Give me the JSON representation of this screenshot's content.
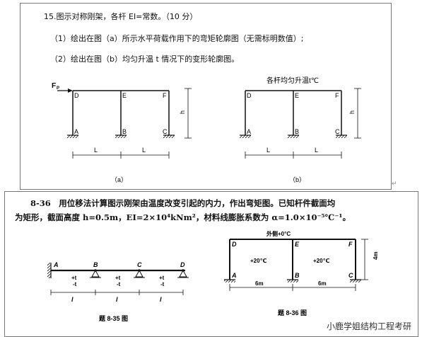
{
  "problem1": {
    "title": "15.图示对称刚架，各杆 EI=常数。（10 分）",
    "item1": "（1）绘出在图（a）所示水平荷载作用下的弯矩轮廓图（无需标明数值）;",
    "item2": "（2）绘出在图（b）均匀升温 t 情况下的变形轮廓图。",
    "fig_a": {
      "load": "F",
      "load_sub": "P",
      "nodes": [
        "D",
        "E",
        "F",
        "A",
        "B",
        "C"
      ],
      "dim_h": "h",
      "dim_l": [
        "L",
        "L"
      ],
      "caption": "（a）"
    },
    "fig_b": {
      "note": "各杆均匀升温t℃",
      "nodes": [
        "D",
        "E",
        "F",
        "A",
        "B",
        "C"
      ],
      "dim_h": "h",
      "dim_l": [
        "L",
        "L"
      ],
      "caption": "（b）"
    }
  },
  "problem2": {
    "line1": "8-36　用位移法计算图示刚架由温度改变引起的内力，作出弯矩图。已知杆件截面均",
    "line2": "为矩形，截面高度 h=0.5m，EI=2×10⁴kNm²，材料线膨胀系数为 α=1.0×10⁻⁵℃⁻¹。",
    "fig35": {
      "nodes": [
        "A",
        "B",
        "C",
        "D"
      ],
      "temps": [
        "+t",
        "-t",
        "+t",
        "-t",
        "+t",
        "-t"
      ],
      "dims": [
        "l",
        "l",
        "l"
      ],
      "caption": "题 8-35 图"
    },
    "fig36": {
      "outside_temp": "外侧+0°C",
      "nodes": [
        "D",
        "E",
        "F",
        "A",
        "B",
        "C"
      ],
      "inner_temps": [
        "+20℃",
        "+20℃"
      ],
      "dims": [
        "6m",
        "6m"
      ],
      "height": "4m",
      "caption": "题 8-36 图"
    }
  },
  "watermark": "小鹿学姐结构工程考研",
  "colors": {
    "line": "#111111",
    "border": "#777777"
  }
}
